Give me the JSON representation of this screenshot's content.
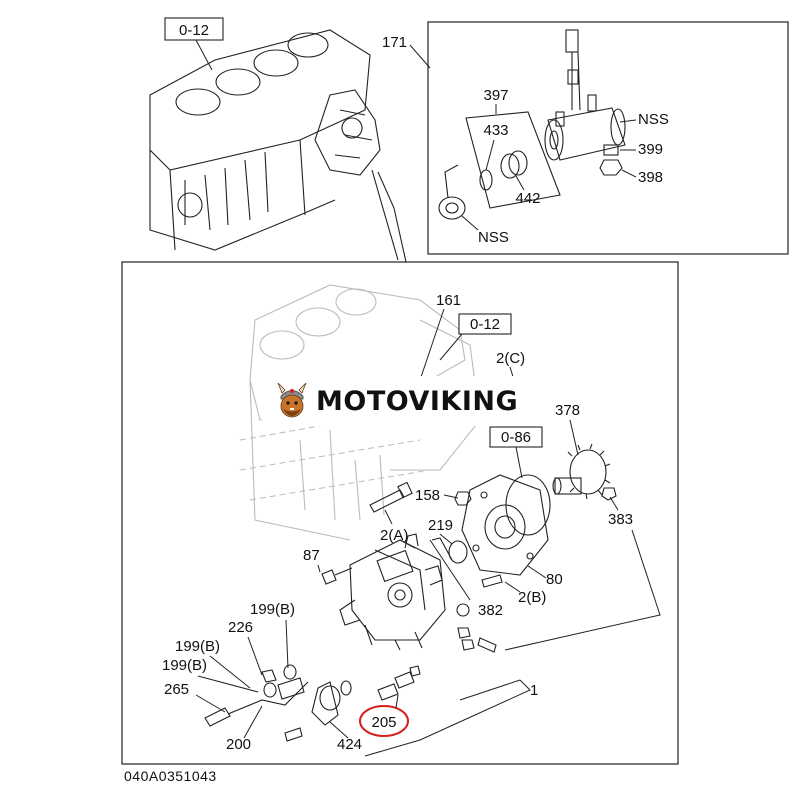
{
  "watermark": {
    "brand": "MOTOVIKING",
    "logo_icon": "viking-mascot-icon"
  },
  "top_left": {
    "ref_label": "0-12"
  },
  "inset": {
    "callout": "171",
    "labels": {
      "kit": "397",
      "seal": "433",
      "ring": "442",
      "nss_right": "NSS",
      "nss_bottom": "NSS",
      "cap": "399",
      "nut": "398"
    }
  },
  "main": {
    "labels": {
      "l161": "161",
      "ref012": "0-12",
      "l2c": "2(C)",
      "ref086": "0-86",
      "l378": "378",
      "l158": "158",
      "l383": "383",
      "l2a": "2(A)",
      "l219": "219",
      "l87": "87",
      "l80": "80",
      "l2b": "2(B)",
      "l382": "382",
      "l199b1": "199(B)",
      "l226": "226",
      "l199b2": "199(B)",
      "l199b3": "199(B)",
      "l265": "265",
      "l200": "200",
      "l424": "424",
      "l205": "205",
      "l1": "1"
    },
    "highlight_color": "#d42020"
  },
  "footer": {
    "drawing_code": "040A0351043"
  }
}
